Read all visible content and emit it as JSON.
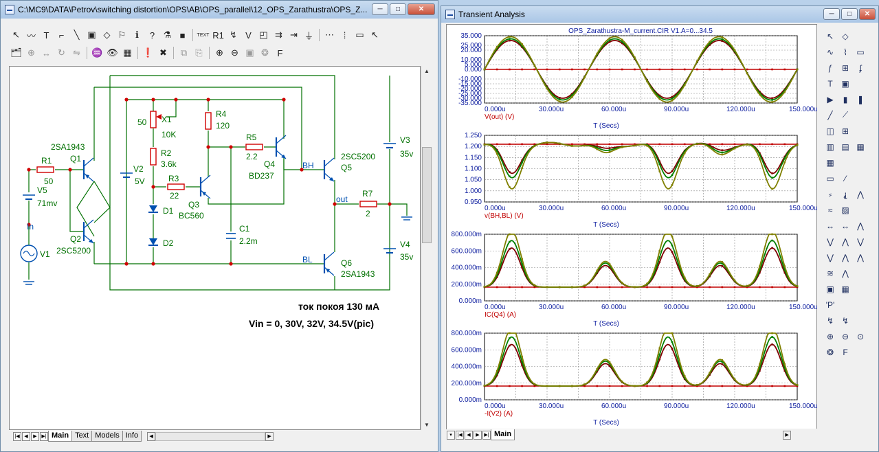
{
  "left_window": {
    "title": "C:\\MC9\\DATA\\Petrov\\switching distortion\\OPS\\AB\\OPS_parallel\\12_OPS_Zarathustra\\OPS_Z...",
    "title_buttons": [
      "─",
      "□",
      "✕"
    ],
    "toolbar1": [
      {
        "name": "select-arrow-icon",
        "glyph": "↖"
      },
      {
        "name": "wire-icon",
        "glyph": "〰"
      },
      {
        "name": "text-tool-icon",
        "glyph": "T"
      },
      {
        "name": "orthogonal-wire-icon",
        "glyph": "⌐"
      },
      {
        "name": "line-tool-icon",
        "glyph": "╲"
      },
      {
        "name": "component-icon",
        "glyph": "▣"
      },
      {
        "name": "shapes-icon",
        "glyph": "◇"
      },
      {
        "name": "flag-icon",
        "glyph": "⚐"
      },
      {
        "name": "info-icon",
        "glyph": "ℹ"
      },
      {
        "name": "help-icon",
        "glyph": "?"
      },
      {
        "name": "probe-icon",
        "glyph": "⚗"
      },
      {
        "name": "stop-icon",
        "glyph": "■"
      },
      {
        "name": "text-display-icon",
        "glyph": "TEXT"
      },
      {
        "name": "node-numbers-icon",
        "glyph": "R1"
      },
      {
        "name": "pin-icon",
        "glyph": "↯"
      },
      {
        "name": "node-voltage-icon",
        "glyph": "V"
      },
      {
        "name": "mode-icon",
        "glyph": "◰"
      },
      {
        "name": "flow-icon",
        "glyph": "⇉"
      },
      {
        "name": "wire-tool-icon",
        "glyph": "⇥"
      },
      {
        "name": "ground-icon",
        "glyph": "⏚"
      },
      {
        "name": "grid-icon",
        "glyph": "⋯"
      },
      {
        "name": "pin-dots-icon",
        "glyph": "⁞"
      },
      {
        "name": "window-icon",
        "glyph": "▭"
      },
      {
        "name": "cursor-icon",
        "glyph": "↖"
      }
    ],
    "toolbar2": [
      {
        "name": "properties-icon",
        "glyph": "🗂"
      },
      {
        "name": "align-icon",
        "glyph": "⊕"
      },
      {
        "name": "move-icon",
        "glyph": "↔"
      },
      {
        "name": "rotate-icon",
        "glyph": "↻"
      },
      {
        "name": "flip-icon",
        "glyph": "⇋"
      },
      {
        "name": "analyze-icon",
        "glyph": "♒"
      },
      {
        "name": "binoculars-icon",
        "glyph": "👁"
      },
      {
        "name": "display-icon",
        "glyph": "▦"
      },
      {
        "name": "warning-icon",
        "glyph": "❗"
      },
      {
        "name": "delete-icon",
        "glyph": "✖"
      },
      {
        "name": "copy-icon",
        "glyph": "⧉"
      },
      {
        "name": "paste-icon",
        "glyph": "⎘"
      },
      {
        "name": "zoom-in-icon",
        "glyph": "⊕"
      },
      {
        "name": "zoom-out-icon",
        "glyph": "⊖"
      },
      {
        "name": "photo-icon",
        "glyph": "▣"
      },
      {
        "name": "brain-icon",
        "glyph": "❂"
      },
      {
        "name": "function-icon",
        "glyph": "F"
      }
    ],
    "tabs": [
      "Main",
      "Text",
      "Models",
      "Info"
    ],
    "schematic": {
      "labels": [
        {
          "id": "r1",
          "text": "R1"
        },
        {
          "id": "r1v",
          "text": "50"
        },
        {
          "id": "v5",
          "text": "V5"
        },
        {
          "id": "v5v",
          "text": "71mv"
        },
        {
          "id": "in",
          "text": "In"
        },
        {
          "id": "v1",
          "text": "V1"
        },
        {
          "id": "q1t",
          "text": "2SA1943"
        },
        {
          "id": "q1",
          "text": "Q1"
        },
        {
          "id": "q2",
          "text": "Q2"
        },
        {
          "id": "q2t",
          "text": "2SC5200"
        },
        {
          "id": "v2",
          "text": "V2"
        },
        {
          "id": "v2v",
          "text": "5V"
        },
        {
          "id": "p50",
          "text": "50"
        },
        {
          "id": "x1",
          "text": "X1"
        },
        {
          "id": "x1v",
          "text": "10K"
        },
        {
          "id": "r2",
          "text": "R2"
        },
        {
          "id": "r2v",
          "text": "3.6k"
        },
        {
          "id": "r3",
          "text": "R3"
        },
        {
          "id": "r3v",
          "text": "22"
        },
        {
          "id": "d1",
          "text": "D1"
        },
        {
          "id": "d2",
          "text": "D2"
        },
        {
          "id": "r4",
          "text": "R4"
        },
        {
          "id": "r4v",
          "text": "120"
        },
        {
          "id": "q3",
          "text": "Q3"
        },
        {
          "id": "q3t",
          "text": "BC560"
        },
        {
          "id": "r5",
          "text": "R5"
        },
        {
          "id": "r5v",
          "text": "2.2"
        },
        {
          "id": "q4",
          "text": "Q4"
        },
        {
          "id": "q4t",
          "text": "BD237"
        },
        {
          "id": "c1",
          "text": "C1"
        },
        {
          "id": "c1v",
          "text": "2.2m"
        },
        {
          "id": "bh",
          "text": "BH"
        },
        {
          "id": "bl",
          "text": "BL"
        },
        {
          "id": "q5t",
          "text": "2SC5200"
        },
        {
          "id": "q5",
          "text": "Q5"
        },
        {
          "id": "q6",
          "text": "Q6"
        },
        {
          "id": "q6t",
          "text": "2SA1943"
        },
        {
          "id": "out",
          "text": "out"
        },
        {
          "id": "r7",
          "text": "R7"
        },
        {
          "id": "r7v",
          "text": "2"
        },
        {
          "id": "v3",
          "text": "V3"
        },
        {
          "id": "v3v",
          "text": "35v"
        },
        {
          "id": "v4",
          "text": "V4"
        },
        {
          "id": "v4v",
          "text": "35v"
        }
      ],
      "note1": "ток покоя 130 мА",
      "note2": "Vin = 0, 30V, 32V, 34.5V(pic)"
    }
  },
  "right_window": {
    "title": "Transient Analysis",
    "title_buttons": [
      "─",
      "□",
      "✕"
    ],
    "plot_title": "OPS_Zarathustra-M_current.CIR V1.A=0...34.5",
    "tabs": [
      "Main"
    ],
    "sidebar_icons": [
      "cursor-icon",
      "shapes-icon",
      "wave-icon",
      "scope-icon",
      "bench-icon",
      "node-icon",
      "label-icon",
      "fo-icon",
      "text-tool-icon",
      "graphics-icon",
      "run-icon",
      "step-icon",
      "pause-icon",
      "line-icon",
      "slope-icon",
      "panel-icon",
      "panel-grid-icon",
      "table-icon",
      "table2-icon",
      "table3-icon",
      "table4-icon",
      "box-icon",
      "diagonal-icon",
      "peak-icon",
      "valley-icon",
      "high-icon",
      "curve-icon",
      "check-icon",
      "left-cursor-icon",
      "right-cursor-icon",
      "peak-cursor-icon",
      "valley-cursor-icon",
      "high-cursor-icon",
      "low-cursor-icon",
      "inflect-icon",
      "point-icon",
      "slope-cursor-icon",
      "distort-icon",
      "band-icon",
      "palette-icon",
      "grid-table-icon",
      "p-label-icon",
      "tag-x-icon",
      "tag-y-icon",
      "zoom-in-icon",
      "zoom-out-icon",
      "zoom-fit-icon",
      "brain-icon",
      "function-icon"
    ]
  },
  "chart_data": [
    {
      "type": "line",
      "title": "OPS_Zarathustra-M_current.CIR V1.A=0...34.5",
      "xlabel": "T (Secs)",
      "ylabel": "V(out) (V)",
      "x_ticks": [
        "0.000u",
        "30.000u",
        "60.000u",
        "90.000u",
        "120.000u",
        "150.000u"
      ],
      "y_ticks": [
        "35.000",
        "20.000",
        "5.000",
        "-10.000",
        "-25.000",
        "-35.000"
      ],
      "y_tick_values": [
        35,
        20,
        5,
        -10,
        -25,
        -35
      ],
      "extra_y_ticks": [
        "25.000",
        "10.000",
        "0.000",
        "-15.000",
        "-20.000",
        "-30.000"
      ],
      "extra_y_tick_values": [
        25,
        10,
        0,
        -15,
        -20,
        -30
      ],
      "xlim": [
        0,
        150
      ],
      "ylim": [
        -35,
        35
      ],
      "grid": true,
      "series": [
        {
          "amplitude": 0,
          "color": "#c00000"
        },
        {
          "amplitude": 30.0,
          "color": "#800000"
        },
        {
          "amplitude": 31.8,
          "color": "#008000"
        },
        {
          "amplitude": 34.0,
          "color": "#808000"
        }
      ]
    },
    {
      "type": "line",
      "xlabel": "T (Secs)",
      "ylabel": "v(BH,BL) (V)",
      "x_ticks": [
        "0.000u",
        "30.000u",
        "60.000u",
        "90.000u",
        "120.000u",
        "150.000u"
      ],
      "y_ticks": [
        "1.250",
        "1.200",
        "1.150",
        "1.100",
        "1.050",
        "1.000",
        "0.950"
      ],
      "y_tick_values": [
        1.25,
        1.2,
        1.15,
        1.1,
        1.05,
        1.0,
        0.95
      ],
      "xlim": [
        0,
        150
      ],
      "ylim": [
        0.95,
        1.25
      ],
      "grid": true,
      "series": [
        {
          "base": 1.21,
          "dip_big": 0.0,
          "dip_small": 0.0,
          "color": "#c00000"
        },
        {
          "base": 1.21,
          "dip_big": 0.13,
          "dip_small": 0.025,
          "color": "#800000"
        },
        {
          "base": 1.21,
          "dip_big": 0.15,
          "dip_small": 0.035,
          "color": "#008000"
        },
        {
          "base": 1.21,
          "dip_big": 0.2,
          "dip_small": 0.045,
          "color": "#808000"
        }
      ]
    },
    {
      "type": "line",
      "xlabel": "T (Secs)",
      "ylabel": "IC(Q4) (A)",
      "x_ticks": [
        "0.000u",
        "30.000u",
        "60.000u",
        "90.000u",
        "120.000u",
        "150.000u"
      ],
      "y_ticks": [
        "800.000m",
        "600.000m",
        "400.000m",
        "200.000m",
        "0.000m"
      ],
      "y_tick_values": [
        0.8,
        0.6,
        0.4,
        0.2,
        0.0
      ],
      "xlim": [
        0,
        150
      ],
      "ylim": [
        0,
        0.8
      ],
      "grid": true,
      "series": [
        {
          "base": 0.165,
          "peak_big": 0.0,
          "peak_small": 0.0,
          "color": "#c00000"
        },
        {
          "base": 0.165,
          "peak_big": 0.47,
          "peak_small": 0.26,
          "color": "#800000"
        },
        {
          "base": 0.165,
          "peak_big": 0.56,
          "peak_small": 0.29,
          "color": "#008000"
        },
        {
          "base": 0.165,
          "peak_big": 0.68,
          "peak_small": 0.31,
          "color": "#808000"
        }
      ]
    },
    {
      "type": "line",
      "xlabel": "T (Secs)",
      "ylabel": "-I(V2) (A)",
      "x_ticks": [
        "0.000u",
        "30.000u",
        "60.000u",
        "90.000u",
        "120.000u",
        "150.000u"
      ],
      "y_ticks": [
        "800.000m",
        "600.000m",
        "400.000m",
        "200.000m",
        "0.000m"
      ],
      "y_tick_values": [
        0.8,
        0.6,
        0.4,
        0.2,
        0.0
      ],
      "xlim": [
        0,
        150
      ],
      "ylim": [
        0,
        0.8
      ],
      "grid": true,
      "series": [
        {
          "base": 0.165,
          "peak_big": 0.0,
          "peak_small": 0.0,
          "color": "#c00000"
        },
        {
          "base": 0.165,
          "peak_big": 0.5,
          "peak_small": 0.27,
          "color": "#800000"
        },
        {
          "base": 0.165,
          "peak_big": 0.59,
          "peak_small": 0.3,
          "color": "#008000"
        },
        {
          "base": 0.165,
          "peak_big": 0.71,
          "peak_small": 0.32,
          "color": "#808000"
        }
      ]
    }
  ]
}
